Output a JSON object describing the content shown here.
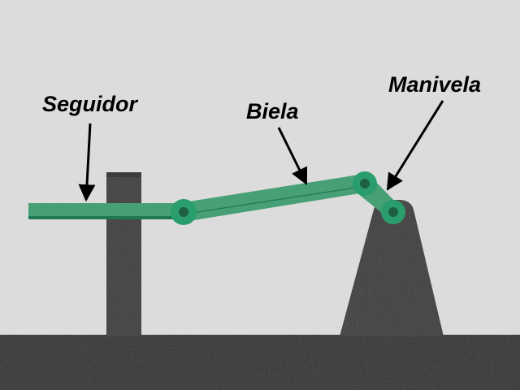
{
  "labels": {
    "seguidor": "Seguidor",
    "biela": "Biela",
    "manivela": "Manivela"
  },
  "colors": {
    "background": "#dcdcdc",
    "link": "#2a9d6c",
    "link_dark": "#1f7a53",
    "frame": "#2f2f2f",
    "base": "#242424",
    "text": "#000000"
  }
}
